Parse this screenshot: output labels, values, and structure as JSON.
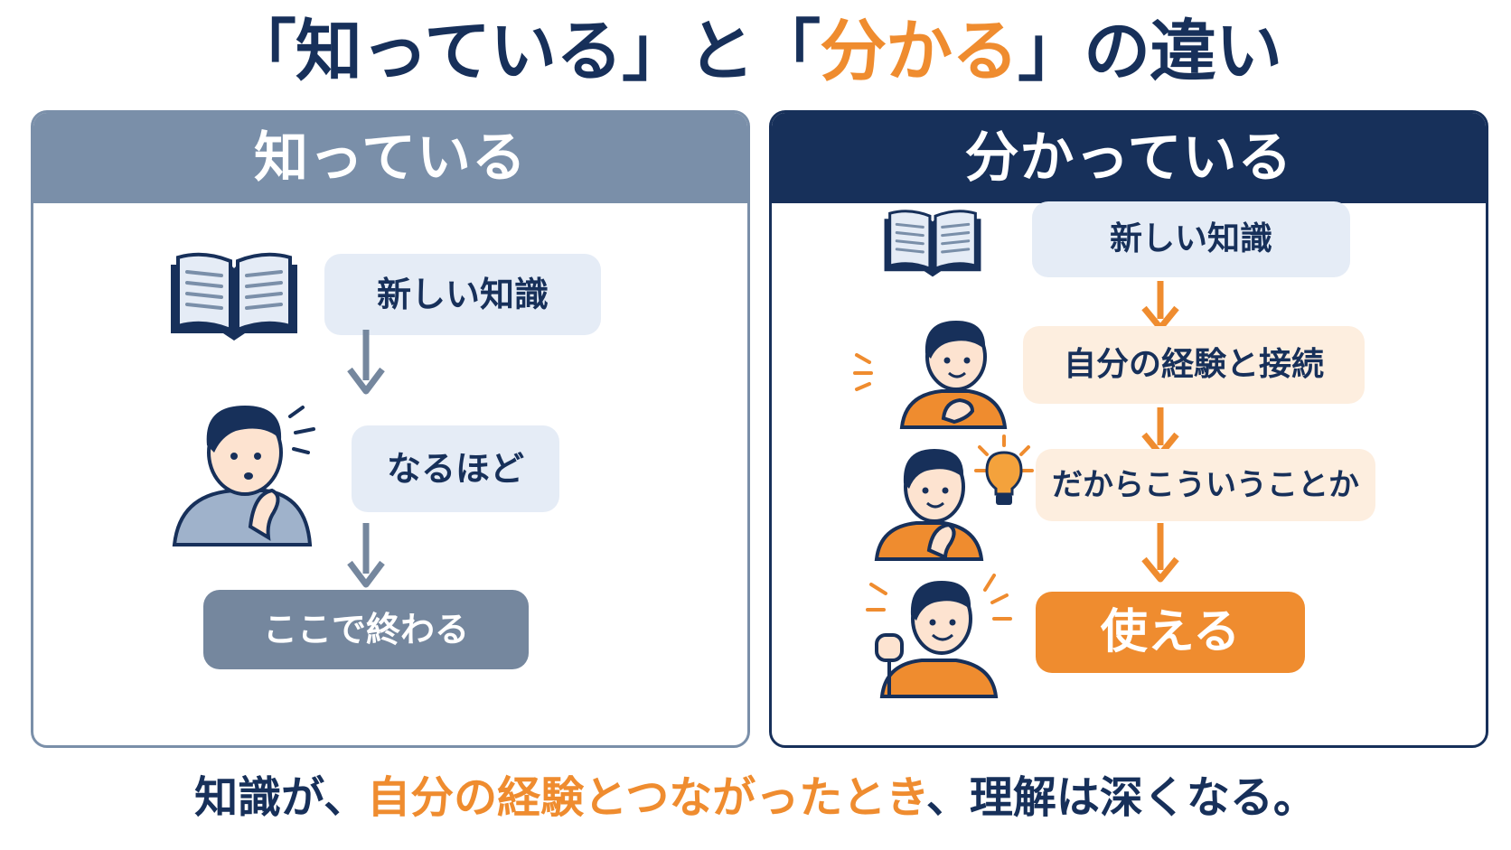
{
  "title": {
    "q_open_1": "「",
    "part1": "知っている",
    "q_close_1": "」",
    "mid": "と",
    "q_open_2": "「",
    "part2": "分かる",
    "q_close_2": "」",
    "tail": "の違い"
  },
  "left_panel": {
    "header": "知っている",
    "steps": [
      "新しい知識",
      "なるほど",
      "ここで終わる"
    ]
  },
  "right_panel": {
    "header": "分かっている",
    "steps": [
      "新しい知識",
      "自分の経験と接続",
      "だからこういうことか",
      "使える"
    ]
  },
  "footer": {
    "prefix": "知識が、",
    "highlight": "自分の経験とつながったとき",
    "suffix": "、理解は深くなる。"
  },
  "colors": {
    "navy": "#17305a",
    "slate": "#7a8fa9",
    "orange": "#ef8c2f",
    "light_blue": "#e5ecf6",
    "peach": "#fdeedf"
  }
}
